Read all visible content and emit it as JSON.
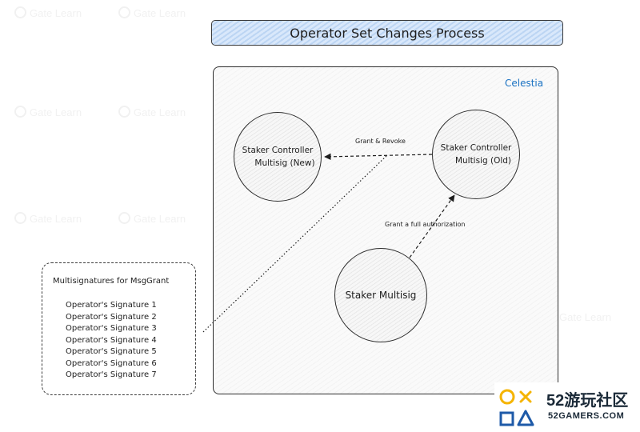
{
  "diagram": {
    "title": "Operator Set Changes Process",
    "container_label": "Celestia",
    "nodes": {
      "controller_new": {
        "line1": "Staker Controller",
        "line2": "Multisig (New)"
      },
      "controller_old": {
        "line1": "Staker Controller",
        "line2": "Multisig (Old)"
      },
      "staker": {
        "label": "Staker Multisig"
      }
    },
    "edges": {
      "grant_revoke": "Grant & Revoke",
      "full_auth": "Grant a full authorization"
    },
    "multisig_panel": {
      "title": "Multisignatures for MsgGrant",
      "signatures": [
        "Operator's Signature 1",
        "Operator's Signature 2",
        "Operator's Signature 3",
        "Operator's Signature 4",
        "Operator's Signature 5",
        "Operator's Signature 6",
        "Operator's Signature 7"
      ]
    }
  },
  "watermark": "Gate Learn",
  "logo": {
    "text": "52游玩社区",
    "subtext": "52GAMERS.COM"
  },
  "colors": {
    "title_fill": "#bcd5f3",
    "container_label": "#1971c2",
    "logo_yellow": "#f5b400",
    "logo_blue": "#1e5aa8"
  }
}
